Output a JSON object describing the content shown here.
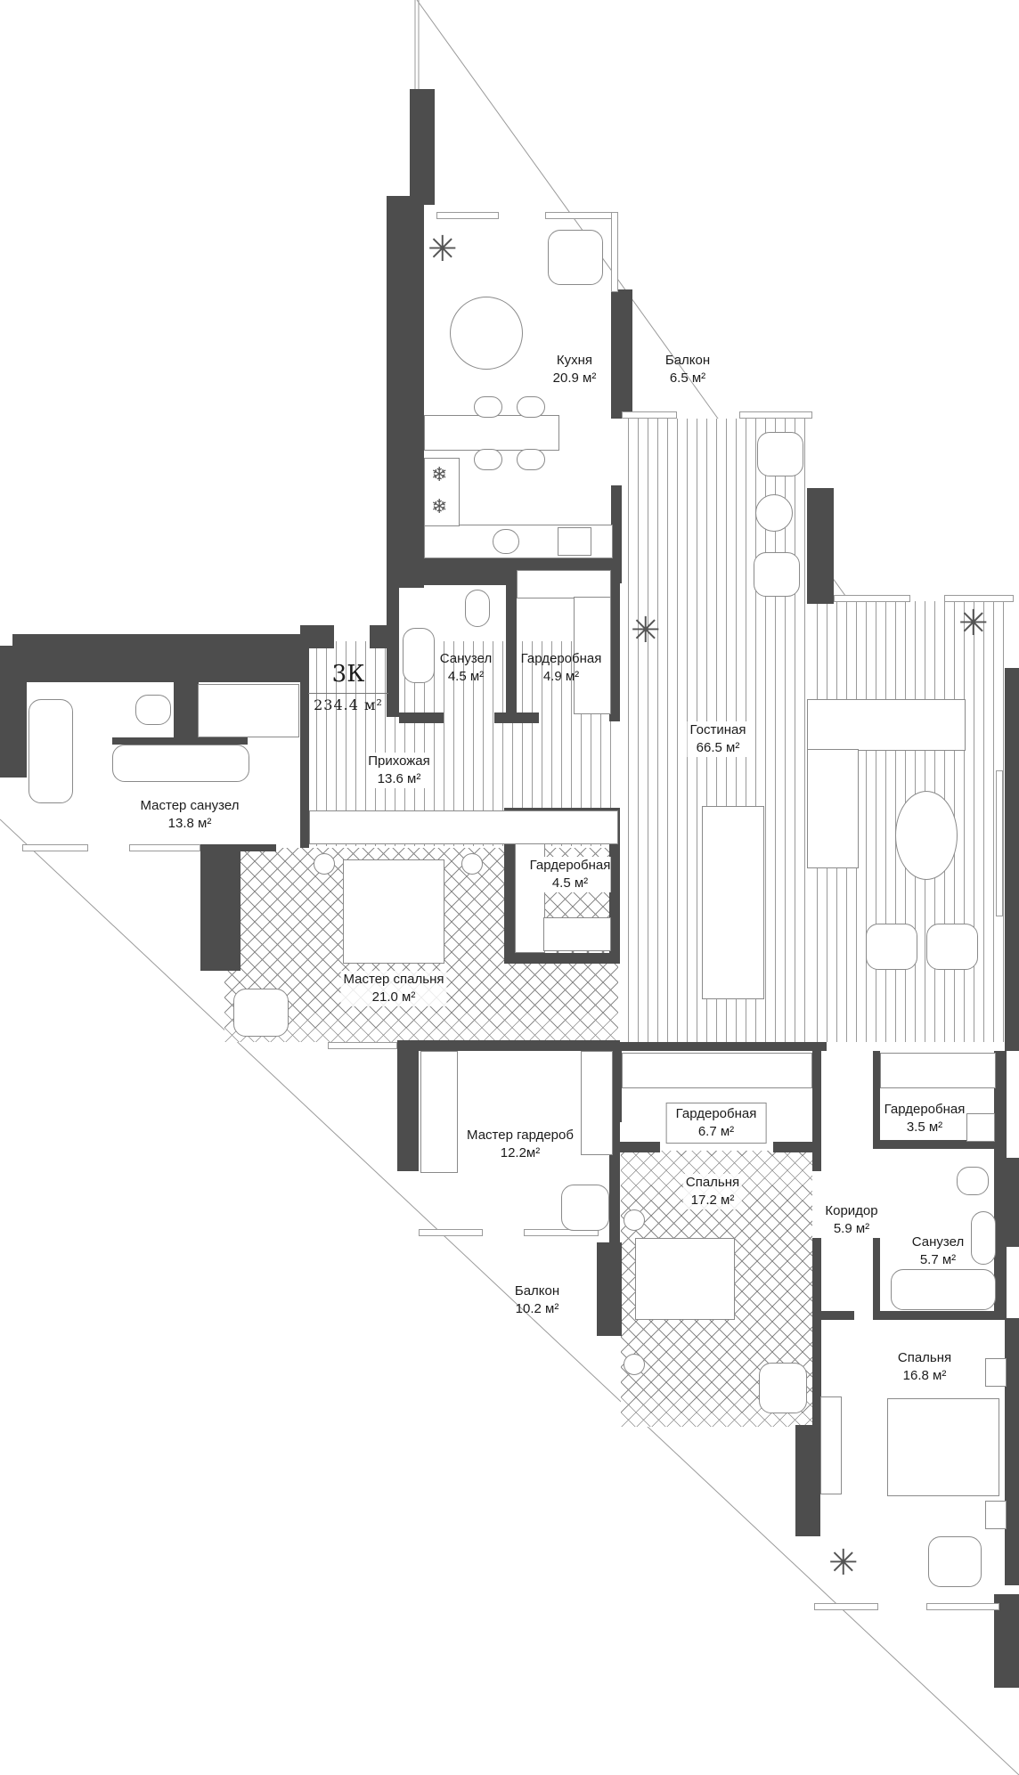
{
  "apartment": {
    "type": "3К",
    "total_area": "234.4 м²"
  },
  "rooms": [
    {
      "id": "kitchen",
      "name": "Кухня",
      "area": "20.9 м²"
    },
    {
      "id": "balcony-top",
      "name": "Балкон",
      "area": "6.5 м²"
    },
    {
      "id": "bathroom-1",
      "name": "Санузел",
      "area": "4.5 м²"
    },
    {
      "id": "wardrobe-1",
      "name": "Гардеробная",
      "area": "4.9 м²"
    },
    {
      "id": "hallway",
      "name": "Прихожая",
      "area": "13.6 м²"
    },
    {
      "id": "master-bathroom",
      "name": "Мастер санузел",
      "area": "13.8 м²"
    },
    {
      "id": "wardrobe-2",
      "name": "Гардеробная",
      "area": "4.5 м²"
    },
    {
      "id": "living-room",
      "name": "Гостиная",
      "area": "66.5 м²"
    },
    {
      "id": "master-bedroom",
      "name": "Мастер спальня",
      "area": "21.0 м²"
    },
    {
      "id": "master-wardrobe",
      "name": "Мастер гардероб",
      "area": "12.2м²"
    },
    {
      "id": "wardrobe-3",
      "name": "Гардеробная",
      "area": "6.7 м²"
    },
    {
      "id": "wardrobe-4",
      "name": "Гардеробная",
      "area": "3.5 м²"
    },
    {
      "id": "bedroom-1",
      "name": "Спальня",
      "area": "17.2 м²"
    },
    {
      "id": "corridor",
      "name": "Коридор",
      "area": "5.9 м²"
    },
    {
      "id": "bathroom-2",
      "name": "Санузел",
      "area": "5.7 м²"
    },
    {
      "id": "balcony-bottom",
      "name": "Балкон",
      "area": "10.2 м²"
    },
    {
      "id": "bedroom-2",
      "name": "Спальня",
      "area": "16.8 м²"
    }
  ],
  "colors": {
    "wall": "#4d4d4d",
    "line": "#8a8a8a",
    "background": "#ffffff",
    "text": "#1b1b1b"
  },
  "icons": {
    "plant": "✳",
    "snowflake": "❄"
  }
}
